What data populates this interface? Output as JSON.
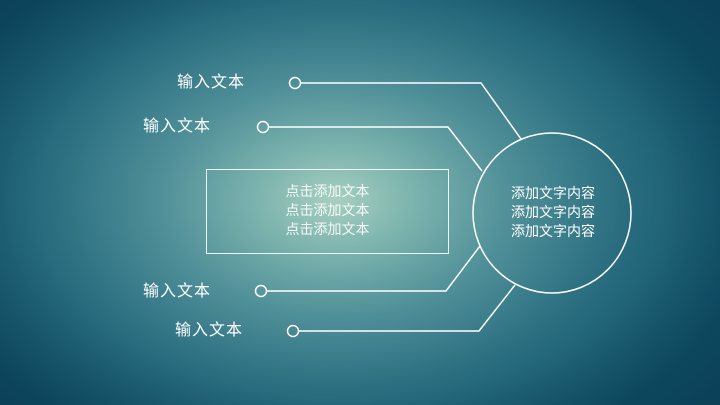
{
  "slide": {
    "background": {
      "center_color": "#a7cfc0",
      "edge_color": "#0e5068"
    },
    "line_color": "#ffffff"
  },
  "inputs": [
    {
      "label": "输入文本"
    },
    {
      "label": "输入文本"
    },
    {
      "label": "输入文本"
    },
    {
      "label": "输入文本"
    }
  ],
  "center_box": {
    "lines": [
      "点击添加文本",
      "点击添加文本",
      "点击添加文本"
    ]
  },
  "circle": {
    "lines": [
      "添加文字内容",
      "添加文字内容",
      "添加文字内容"
    ]
  }
}
